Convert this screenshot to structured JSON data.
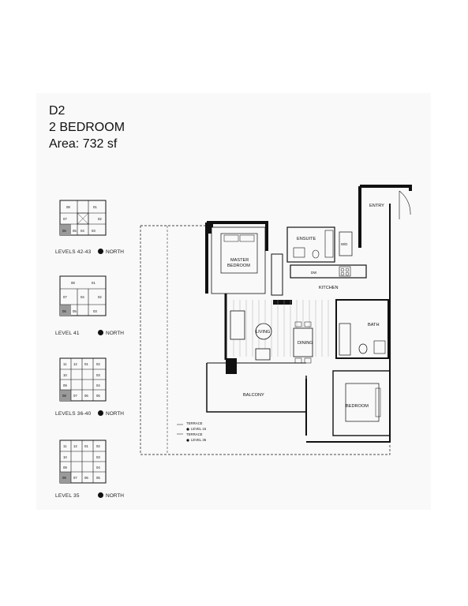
{
  "header": {
    "unit": "D2",
    "type": "2 BEDROOM",
    "area": "Area: 732 sf"
  },
  "key_plans": [
    {
      "caption": "LEVELS 42-43",
      "north": "NORTH",
      "units": [
        [
          "08",
          "01"
        ],
        [
          "07",
          "02"
        ],
        [
          "06",
          "05",
          "04",
          "03"
        ]
      ]
    },
    {
      "caption": "LEVEL 41",
      "north": "NORTH",
      "units": [
        [
          "08",
          "01"
        ],
        [
          "07",
          "02"
        ],
        [
          "04"
        ],
        [
          "06",
          "05",
          "03"
        ]
      ]
    },
    {
      "caption": "LEVELS 36-40",
      "north": "NORTH",
      "units": [
        [
          "11",
          "12",
          "01",
          "02"
        ],
        [
          "10",
          "03"
        ],
        [
          "09",
          "04"
        ],
        [
          "08",
          "07",
          "06",
          "05"
        ]
      ]
    },
    {
      "caption": "LEVEL 35",
      "north": "NORTH",
      "units": [
        [
          "11",
          "12",
          "01",
          "02"
        ],
        [
          "10",
          "03"
        ],
        [
          "09",
          "04"
        ],
        [
          "08",
          "07",
          "06",
          "05"
        ]
      ]
    }
  ],
  "rooms": {
    "master_bedroom": [
      "MASTER",
      "BEDROOM"
    ],
    "ensuite": "ENSUITE",
    "kitchen": "KITCHEN",
    "entry": "ENTRY",
    "bath": "BATH",
    "living": "LIVING",
    "dining": "DINING",
    "balcony": "BALCONY",
    "bedroom": "BEDROOM",
    "wd": "W/D",
    "dw": "DW"
  },
  "terrace_notes": [
    [
      "TERRACE",
      "LEVEL 15"
    ],
    [
      "TERRACE",
      "LEVEL 35"
    ]
  ],
  "colors": {
    "wall": "#111111",
    "highlight_unit": "#9a9a9a",
    "background": "#f9f9f9"
  }
}
